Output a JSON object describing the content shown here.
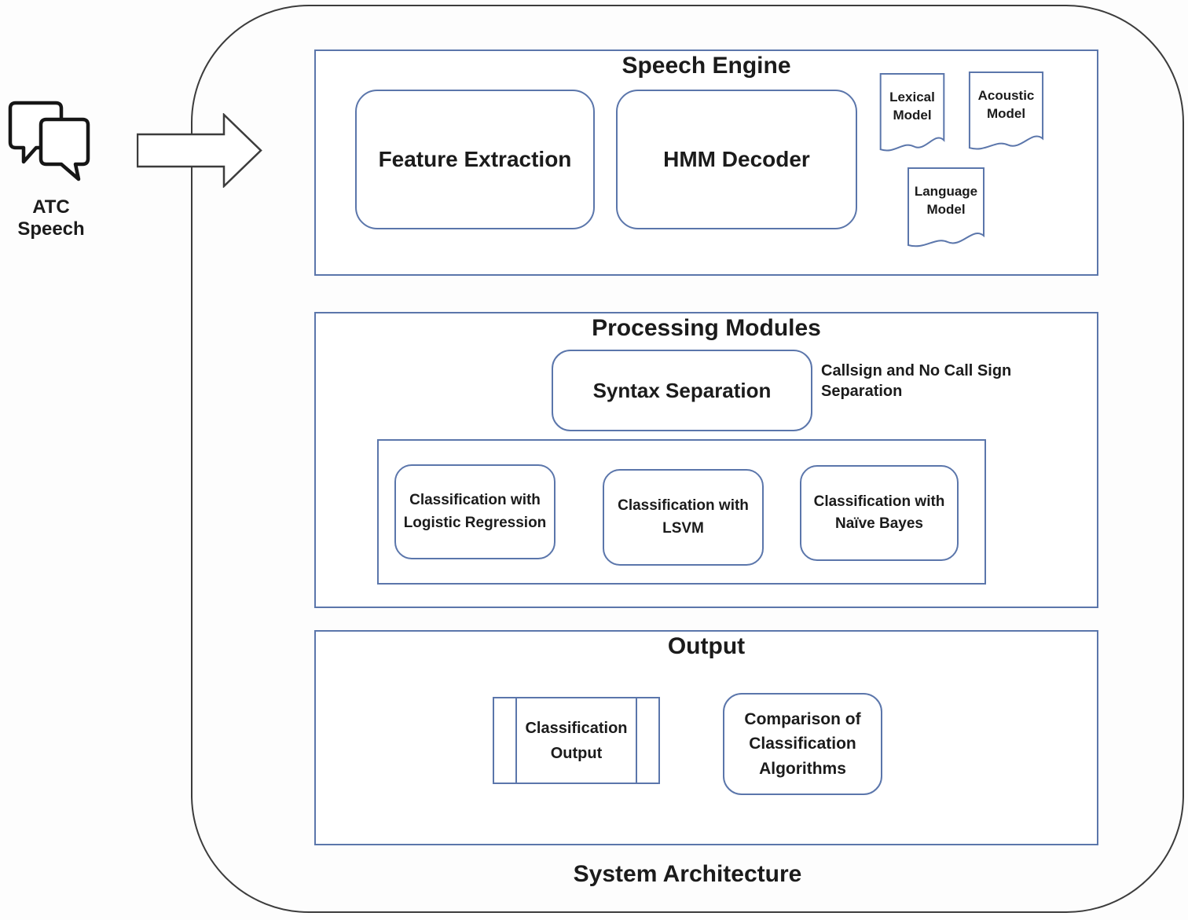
{
  "diagram_title": "System Architecture",
  "input": {
    "label": "ATC Speech",
    "icon": "speech-bubbles-icon"
  },
  "flow": {
    "arrow_icon": "block-arrow-right-icon"
  },
  "speech_engine": {
    "title": "Speech Engine",
    "feature_extraction": "Feature Extraction",
    "hmm_decoder": "HMM Decoder",
    "documents": [
      "Lexical Model",
      "Acoustic Model",
      "Language Model"
    ]
  },
  "processing_modules": {
    "title": "Processing Modules",
    "syntax_separation": "Syntax Separation",
    "annotation": "Callsign and No Call Sign Separation",
    "classifiers": [
      "Classification with Logistic Regression",
      "Classification with LSVM",
      "Classification with Naïve Bayes"
    ]
  },
  "output": {
    "title": "Output",
    "classification_output": "Classification Output",
    "comparison": "Comparison of Classification Algorithms"
  },
  "colors": {
    "box_border": "#5b76ab",
    "outline": "#3c3c3c",
    "text": "#1b1b1b"
  }
}
